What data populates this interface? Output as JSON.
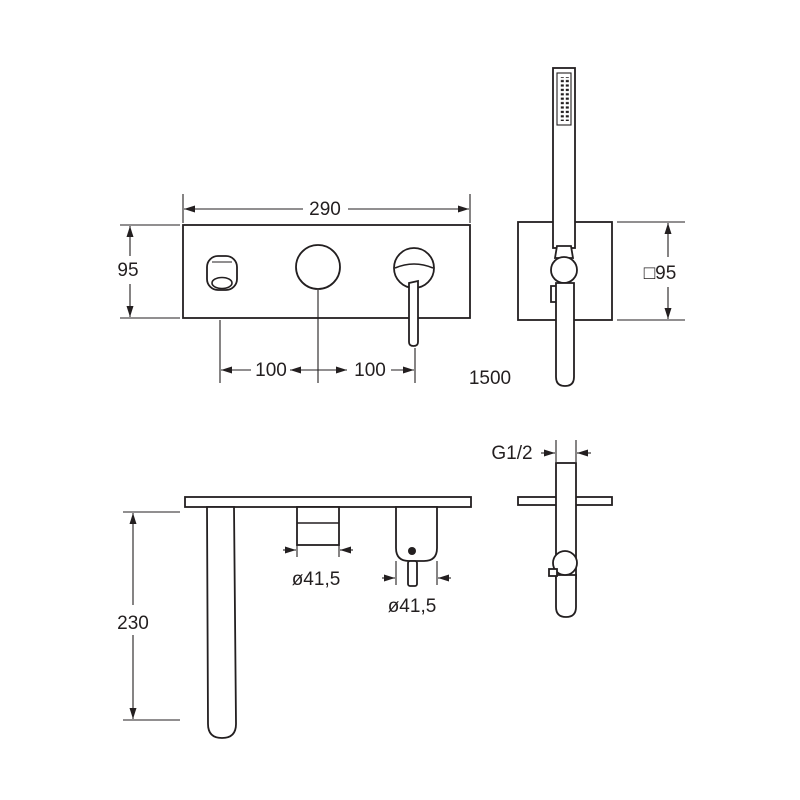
{
  "front_view": {
    "width_label": "290",
    "height_label": "95",
    "spacing_left_label": "100",
    "spacing_right_label": "100"
  },
  "side_view": {
    "size_label": "□95",
    "hose_length_label": "1500"
  },
  "top_view": {
    "projection_label": "230",
    "diameter_middle_label": "ø41,5",
    "diameter_right_label": "ø41,5"
  },
  "side_section": {
    "thread_label": "G1/2"
  },
  "colors": {
    "line": "#231f20",
    "background": "#ffffff"
  }
}
